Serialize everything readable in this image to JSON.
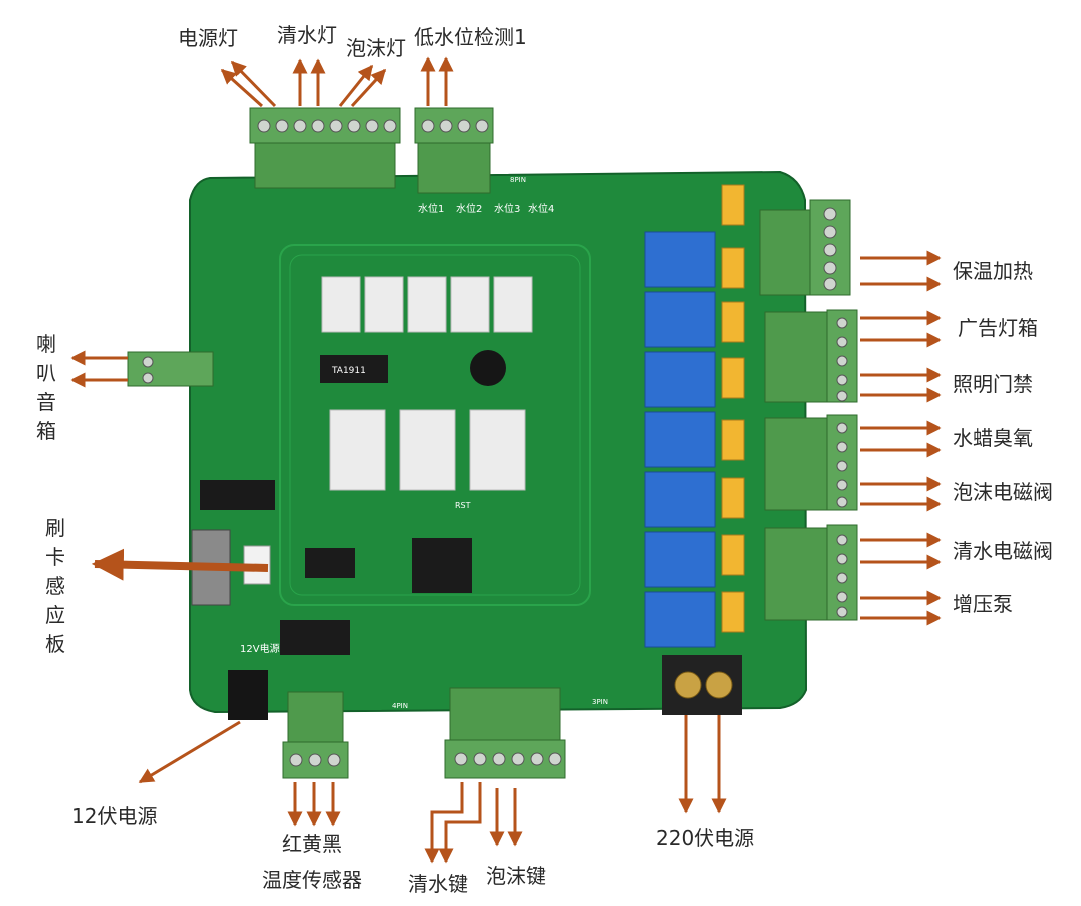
{
  "labels": {
    "power_lamp": "电源灯",
    "clear_water_lamp": "清水灯",
    "foam_lamp": "泡沫灯",
    "low_water_detect": "低水位检测1",
    "speaker_box": "喇叭音箱",
    "card_reader": "刷卡感应板",
    "heating": "保温加热",
    "ad_lightbox": "广告灯箱",
    "lighting_access": "照明门禁",
    "wax_ozone": "水蜡臭氧",
    "foam_valve": "泡沫电磁阀",
    "water_valve": "清水电磁阀",
    "booster_pump": "增压泵",
    "power_12v": "12伏电源",
    "wire_colors": "红黄黑",
    "temp_sensor": "温度传感器",
    "water_key": "清水键",
    "foam_key": "泡沫键",
    "power_220v": "220伏电源"
  },
  "board_text": {
    "water_levels": [
      "水位1",
      "水位2",
      "水位3",
      "水位4"
    ],
    "power_12v_silk": "12V电源",
    "pin8": "8PIN",
    "pin4": "4PIN",
    "pin3": "3PIN",
    "mcu_chip": "TA1911",
    "rst": "RST"
  },
  "colors": {
    "pcb": "#1f8a3c",
    "pcb_dark": "#166a2c",
    "relay_blue": "#2e6fd1",
    "relay_yellow": "#f2b631",
    "terminal_green": "#5ea65a",
    "arrow": "#b5531b",
    "label_text": "#2a2a2a"
  }
}
